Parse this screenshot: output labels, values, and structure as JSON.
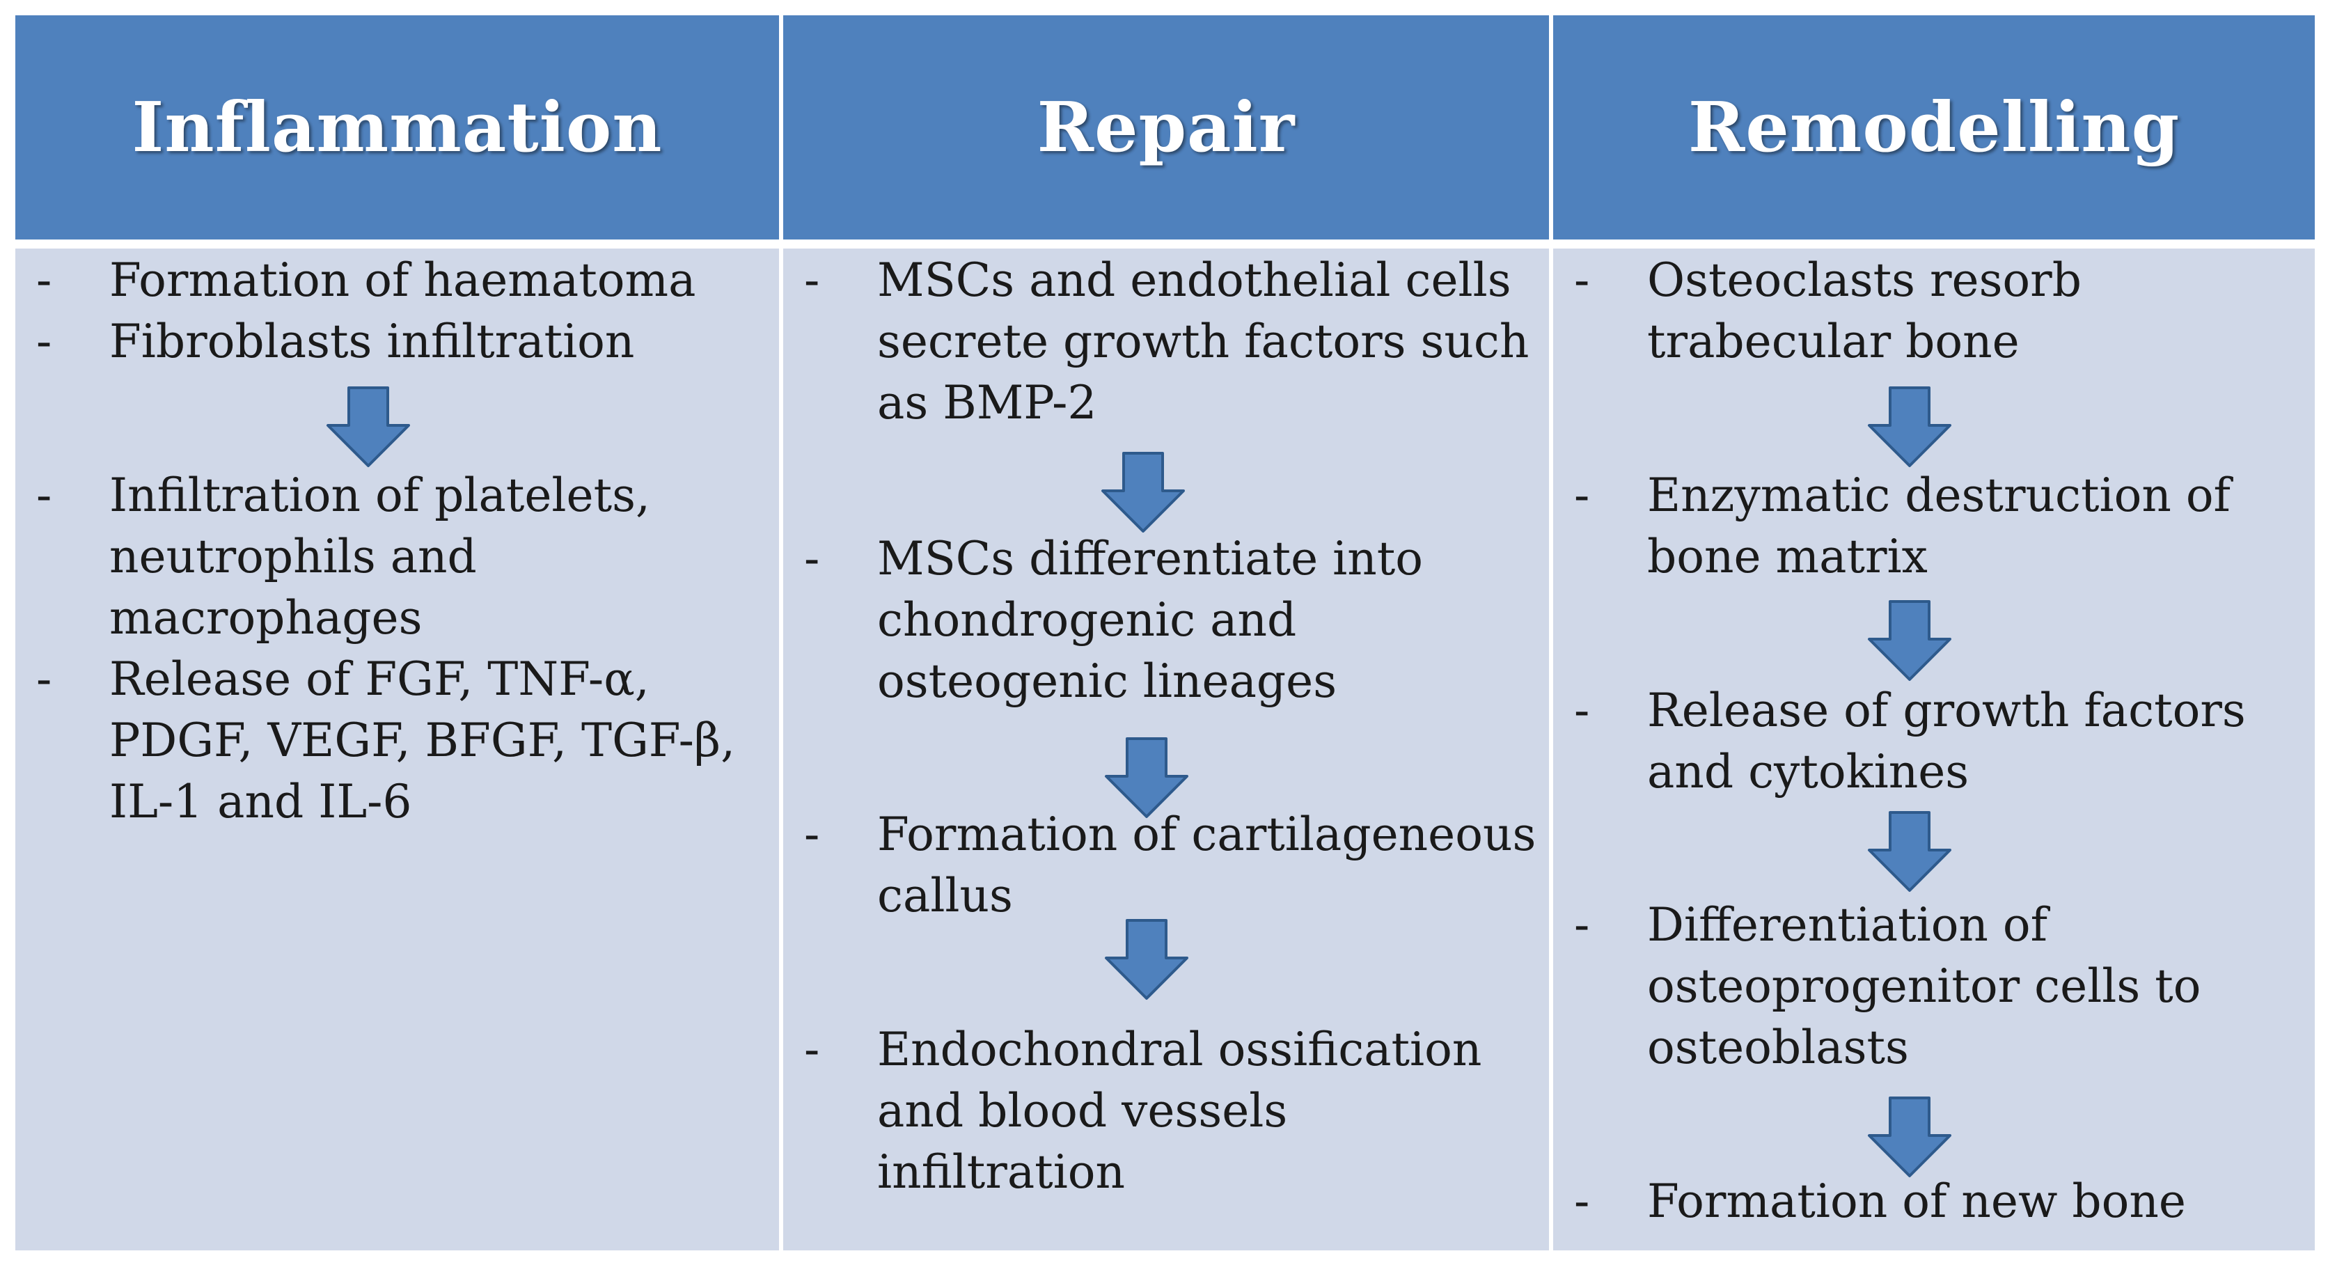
{
  "columns": [
    {
      "title": "Inflammation",
      "items": [
        "Formation of haematoma",
        "Fibroblasts infiltration",
        "Infiltration of platelets,\nneutrophils and\nmacrophages",
        "Release of FGF, TNF-α,\nPDGF, VEGF, BFGF, TGF-β,\nIL-1 and IL-6"
      ]
    },
    {
      "title": "Repair",
      "items": [
        "MSCs and endothelial cells\nsecrete growth factors such\nas BMP-2",
        "MSCs differentiate into\nchondrogenic and\nosteogenic lineages",
        "Formation of cartilageneous\ncallus",
        "Endochondral ossification\nand blood vessels\ninfiltration"
      ]
    },
    {
      "title": "Remodelling",
      "items": [
        "Osteoclasts resorb\ntrabecular bone",
        "Enzymatic destruction of\nbone matrix",
        "Release of growth factors\nand cytokines",
        "Differentiation of\nosteoprogenitor cells to\nosteoblasts",
        "Formation of new bone"
      ]
    }
  ],
  "bullet_marker": "-",
  "colors": {
    "header_bg": "#4f81bd",
    "header_text": "#ffffff",
    "body_bg": "#d0d8e8",
    "arrow_fill": "#4f81bd",
    "arrow_stroke": "#2e5a8c"
  },
  "arrow_icon": "down-arrow-icon"
}
